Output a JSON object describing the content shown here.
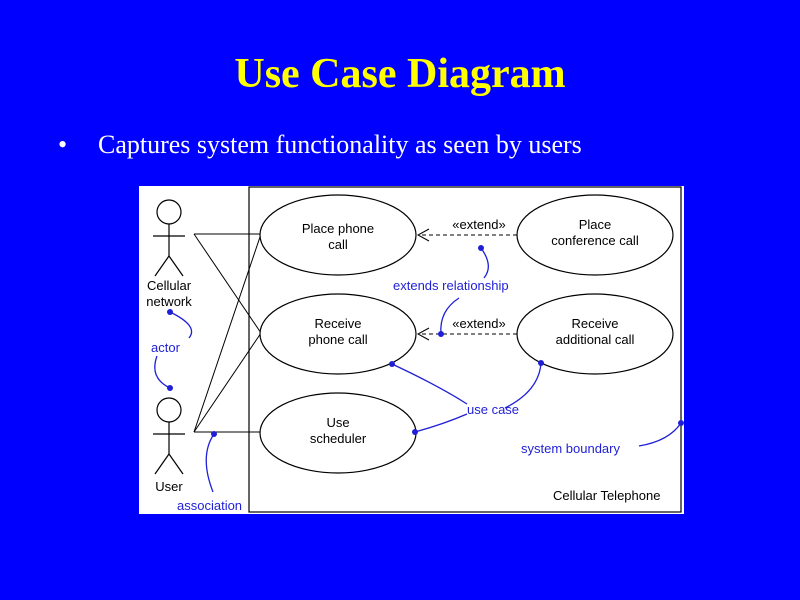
{
  "slide": {
    "title": "Use Case Diagram",
    "bullet": "Captures system functionality as seen by users",
    "bullet_symbol": "•"
  },
  "diagram": {
    "actors": [
      {
        "id": "cellular-network",
        "lines": [
          "Cellular",
          "network"
        ]
      },
      {
        "id": "user",
        "lines": [
          "User"
        ]
      }
    ],
    "use_cases": [
      {
        "id": "place-phone-call",
        "lines": [
          "Place phone",
          "call"
        ]
      },
      {
        "id": "place-conference-call",
        "lines": [
          "Place",
          "conference call"
        ]
      },
      {
        "id": "receive-phone-call",
        "lines": [
          "Receive",
          "phone call"
        ]
      },
      {
        "id": "receive-additional-call",
        "lines": [
          "Receive",
          "additional call"
        ]
      },
      {
        "id": "use-scheduler",
        "lines": [
          "Use",
          "scheduler"
        ]
      }
    ],
    "extend_labels": [
      "«extend»",
      "«extend»"
    ],
    "system_name": "Cellular Telephone",
    "annotations": {
      "extends_relationship": "extends relationship",
      "actor": "actor",
      "use_case": "use case",
      "system_boundary": "system boundary",
      "association": "association"
    },
    "colors": {
      "background": "#0000ff",
      "title": "#ffff00",
      "annotation": "#1f1fd6"
    }
  }
}
